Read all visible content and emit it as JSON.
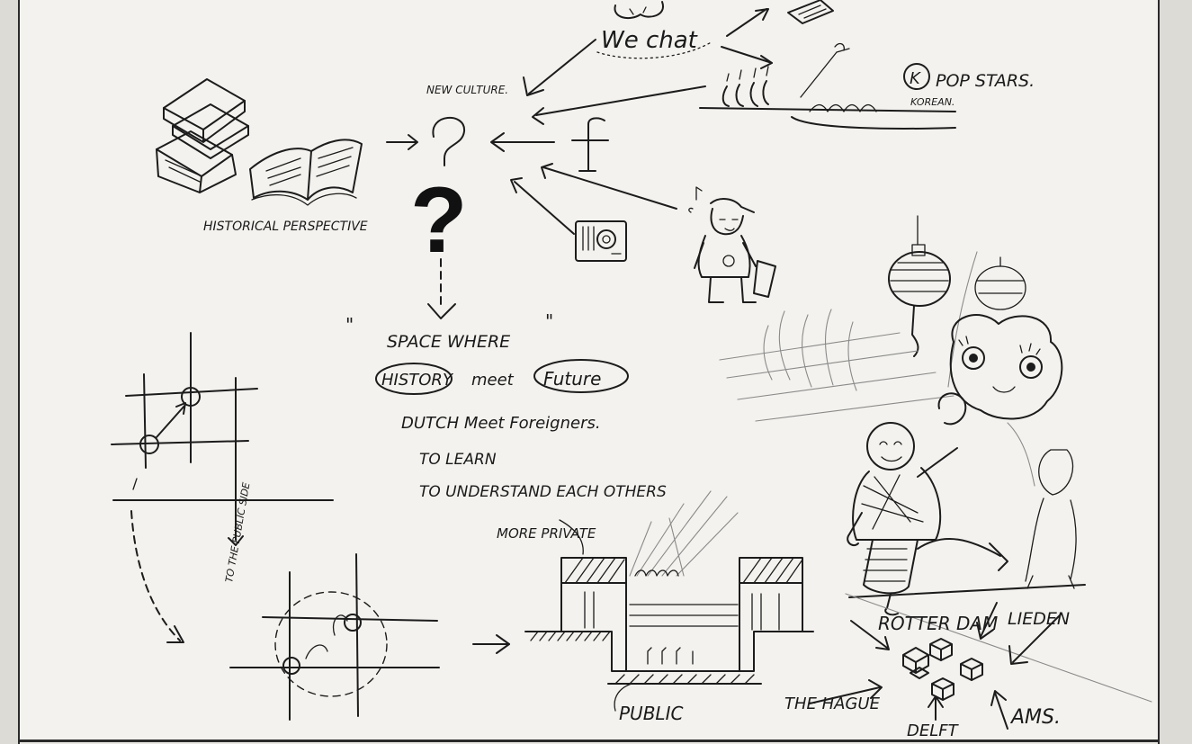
{
  "labels": {
    "wechat": "We chat",
    "new_culture": "NEW CULTURE.",
    "kpop_stars": "POP STARS.",
    "kpop_k": "K",
    "korean": "KOREAN.",
    "facebook_f": "f",
    "historical_perspective": "HISTORICAL PERSPECTIVE",
    "space_where": "SPACE WHERE",
    "history": "HISTORY",
    "meet_1": "meet",
    "future": "Future",
    "dutch_meet_foreigners": "DUTCH  Meet  Foreigners.",
    "to_learn": "TO LEARN",
    "to_understand": "TO UNDERSTAND EACH OTHERS",
    "more_private": "MORE PRIVATE",
    "public": "PUBLIC",
    "to_the_public_side": "TO THE PUBLIC SIDE",
    "rotterdam": "ROTTER DAM",
    "leiden": "LIEDEN",
    "the_hague": "THE HAGUE",
    "delft": "DELFT",
    "ams": "AMS."
  },
  "question_mark": "?",
  "colors": {
    "ink": "#1c1c1c",
    "paper": "#f3f2ee",
    "pencil": "#8a8a8a",
    "frame": "#2a2a2a"
  }
}
